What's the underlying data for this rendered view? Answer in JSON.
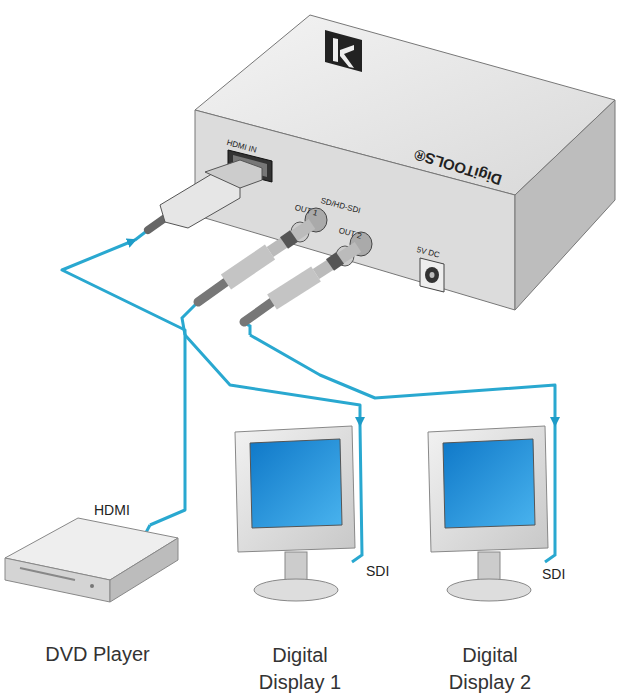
{
  "diagram": {
    "nodes": [
      {
        "text": [
          "DigiTOOLS®"
        ]
      },
      {
        "text": [
          "DVD Player"
        ]
      },
      {
        "text": [
          "Digital Display 1"
        ]
      },
      {
        "text": [
          "Digital Display 2"
        ]
      }
    ],
    "edges": [
      {
        "from": 1,
        "to": 0,
        "label": "HDMI",
        "arrow": "to"
      },
      {
        "from": 0,
        "to": 2,
        "label": "SDI",
        "arrow": "to"
      },
      {
        "from": 0,
        "to": 3,
        "label": "SDI",
        "arrow": "to"
      }
    ],
    "labels": [
      "HDMI IN",
      "SD/HD-SDI",
      "OUT 1",
      "OUT 2",
      "5V DC"
    ]
  }
}
